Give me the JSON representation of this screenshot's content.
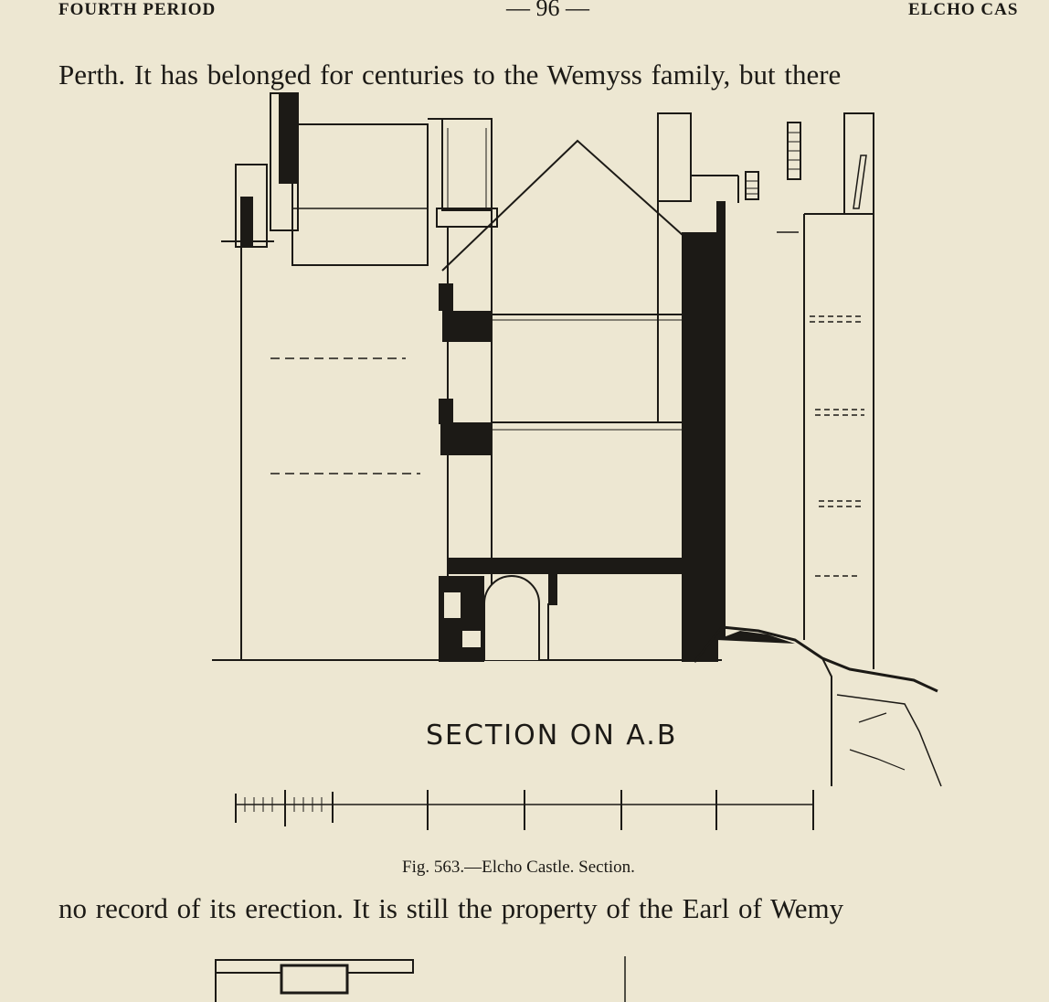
{
  "header": {
    "left": "FOURTH PERIOD",
    "center": "— 96 —",
    "right": "ELCHO CAS"
  },
  "body": {
    "line_top": "Perth.  It has belonged for centuries to the Wemyss family, but there",
    "line_bottom": "no record of its erection.  It is still the property of the Earl of Wemy"
  },
  "figure": {
    "label": "SECTION ON A.B",
    "caption": "Fig. 563.—Elcho Castle.  Section."
  },
  "colors": {
    "paper": "#ede7d2",
    "ink": "#1c1a16"
  }
}
